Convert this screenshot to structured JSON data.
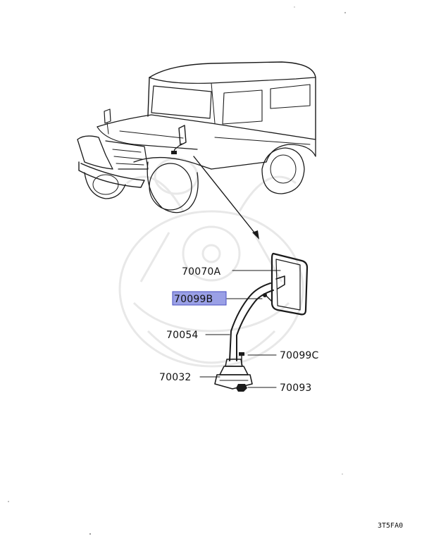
{
  "diagram": {
    "callouts": [
      {
        "id": "mirror",
        "text": "70070A",
        "highlighted": false
      },
      {
        "id": "screw-b",
        "text": "70099B",
        "highlighted": true
      },
      {
        "id": "stay",
        "text": "70054",
        "highlighted": false
      },
      {
        "id": "screw-c",
        "text": "70099C",
        "highlighted": false
      },
      {
        "id": "base",
        "text": "70032",
        "highlighted": false
      },
      {
        "id": "nut",
        "text": "70093",
        "highlighted": false
      }
    ],
    "figure_code": "3T5FA0",
    "highlight_color": "#9aa0e6",
    "highlight_border": "#4a4fc0"
  }
}
